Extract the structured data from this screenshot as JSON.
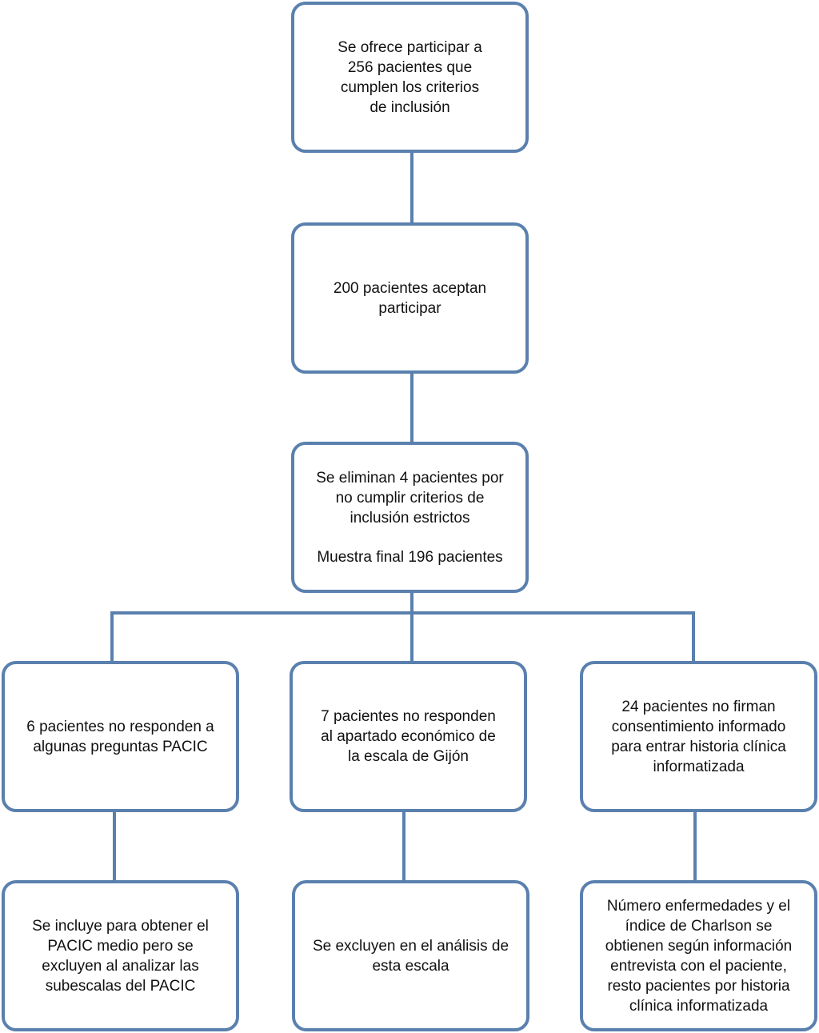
{
  "flowchart": {
    "line_color": "#5a80ae",
    "boxes": [
      {
        "id": "offer",
        "lines": [
          "Se ofrece participar a",
          "256 pacientes que",
          "cumplen los criterios",
          "de inclusión"
        ]
      },
      {
        "id": "accept",
        "lines": [
          "200 pacientes aceptan",
          "participar"
        ]
      },
      {
        "id": "eliminated",
        "lines": [
          "Se eliminan 4 pacientes por",
          "no cumplir criterios de",
          "inclusión estrictos"
        ],
        "extra": "Muestra final 196 pacientes"
      },
      {
        "id": "pacic-missing",
        "lines": [
          "6 pacientes no responden a",
          "algunas preguntas PACIC"
        ]
      },
      {
        "id": "gijon-missing",
        "lines": [
          "7 pacientes no responden",
          "al apartado económico de",
          "la escala de Gijón"
        ]
      },
      {
        "id": "consent-missing",
        "lines": [
          "24 pacientes no firman",
          "consentimiento informado",
          "para entrar historia clínica",
          "informatizada"
        ]
      },
      {
        "id": "pacic-outcome",
        "lines": [
          "Se incluye para obtener el",
          "PACIC medio pero se",
          "excluyen al analizar las",
          "subescalas del PACIC"
        ]
      },
      {
        "id": "gijon-outcome",
        "lines": [
          "Se excluyen en el análisis de",
          "esta escala"
        ]
      },
      {
        "id": "consent-outcome",
        "lines": [
          "Número enfermedades y el",
          "índice de Charlson se",
          "obtienen según información",
          "entrevista con el paciente,",
          "resto pacientes por historia",
          "clínica informatizada"
        ]
      }
    ]
  }
}
